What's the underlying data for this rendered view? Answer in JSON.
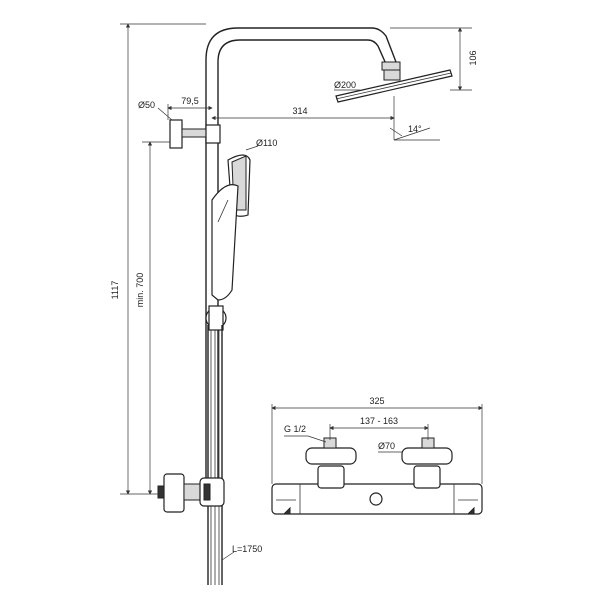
{
  "dimensions": {
    "overall_height": "1117",
    "min_height": "min. 700",
    "arm_projection": "314",
    "head_drop": "106",
    "wall_offset": "79,5",
    "wall_flange_dia": "Ø50",
    "overhead_dia": "Ø200",
    "tilt_angle": "14°",
    "hand_shower_dia": "Ø110",
    "hose_length": "L=1750",
    "mixer_width": "325",
    "inlet_centres": "137 - 163",
    "thread": "G 1/2",
    "escutcheon_dia": "Ø70"
  }
}
